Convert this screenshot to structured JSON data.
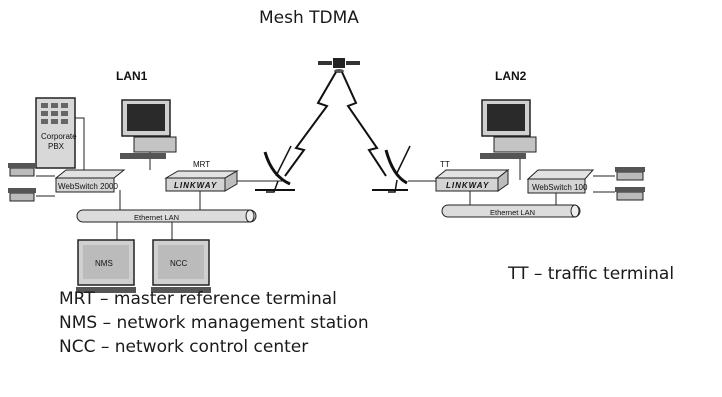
{
  "title": "Mesh TDMA",
  "lan1": {
    "label": "LAN1",
    "pbx_line1": "Corporate",
    "pbx_line2": "PBX",
    "switch_label": "WebSwitch 2000",
    "mrt_label": "MRT",
    "linkway_label": "LINKWAY",
    "ethernet_label": "Ethernet LAN",
    "nms_label": "NMS",
    "ncc_label": "NCC"
  },
  "lan2": {
    "label": "LAN2",
    "tt_label": "TT",
    "linkway_label": "LINKWAY",
    "switch_label": "WebSwitch 100",
    "ethernet_label": "Ethernet LAN"
  },
  "tt_legend": "TT – traffic terminal",
  "legend": [
    "MRT – master reference terminal",
    "NMS – network management station",
    "NCC – network control center"
  ]
}
